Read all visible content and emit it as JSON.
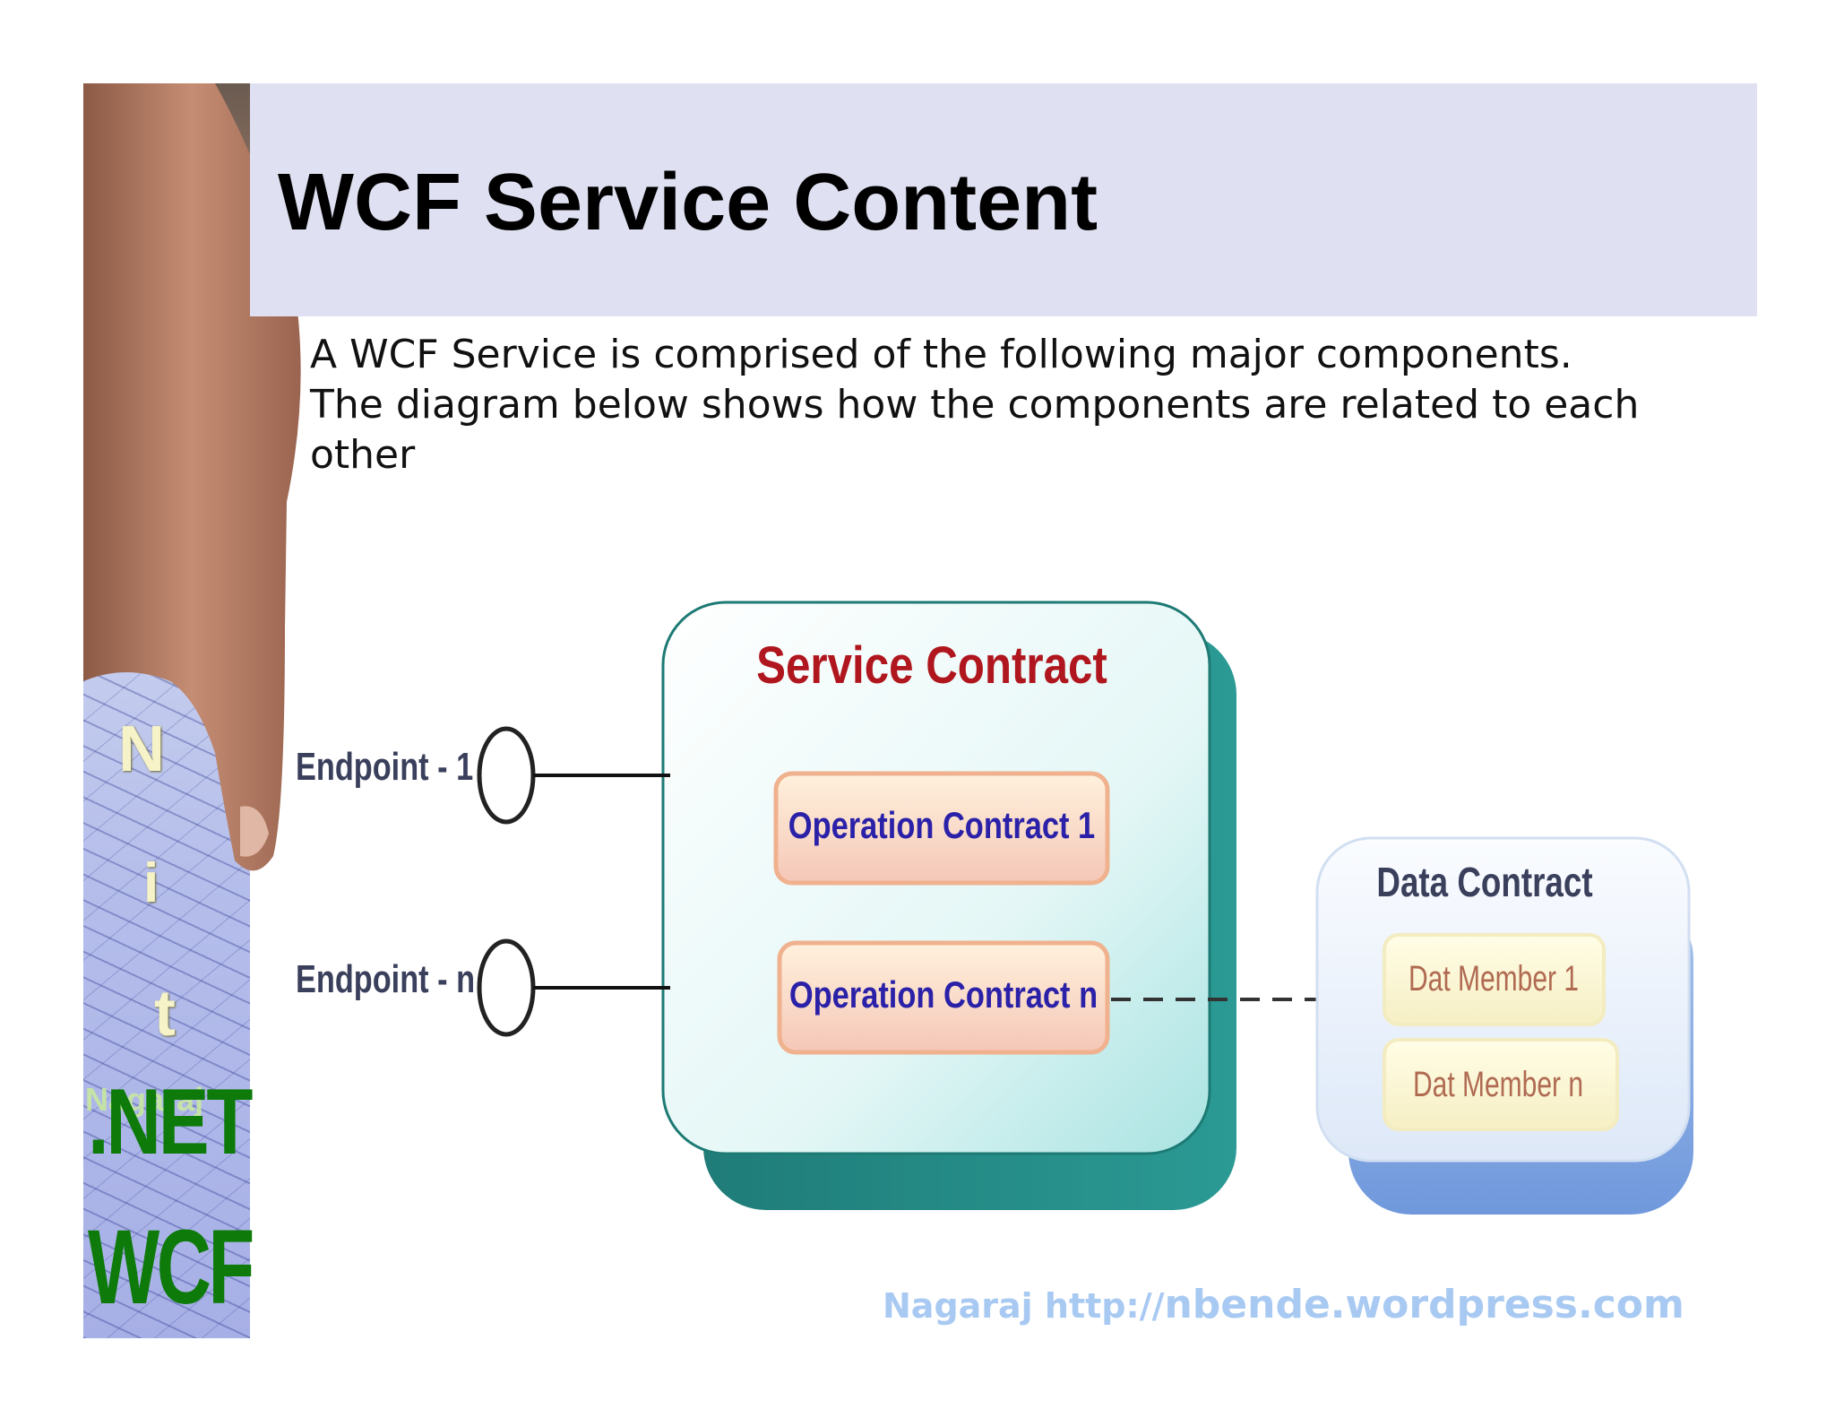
{
  "slide": {
    "title": "WCF Service Content",
    "intro_lines": [
      "A WCF Service is comprised of the following major components.",
      "The diagram below shows how the components are related to each",
      "other"
    ]
  },
  "side_strip": {
    "letters": [
      "N",
      "i",
      "t"
    ],
    "small_text": "Nagaraj",
    "logo_line1": ".NET",
    "logo_line2": "WCF"
  },
  "diagram": {
    "endpoints": [
      "Endpoint - 1",
      "Endpoint - n"
    ],
    "service_contract": {
      "title": "Service Contract",
      "operations": [
        "Operation Contract 1",
        "Operation Contract n"
      ]
    },
    "data_contract": {
      "title": "Data Contract",
      "members": [
        "Dat Member 1",
        "Dat Member n"
      ]
    }
  },
  "footer": {
    "prefix": "Nagaraj http://",
    "domain": "nbende.wordpress.com"
  },
  "colors": {
    "header_band": "#dfe1f2",
    "service_title": "#b0161e",
    "operation_text": "#2a21a8",
    "label_text": "#3a3f5c",
    "member_text": "#b06a52",
    "logo_green": "#0d7a0a",
    "footer_blue": "#a8c9f2"
  }
}
